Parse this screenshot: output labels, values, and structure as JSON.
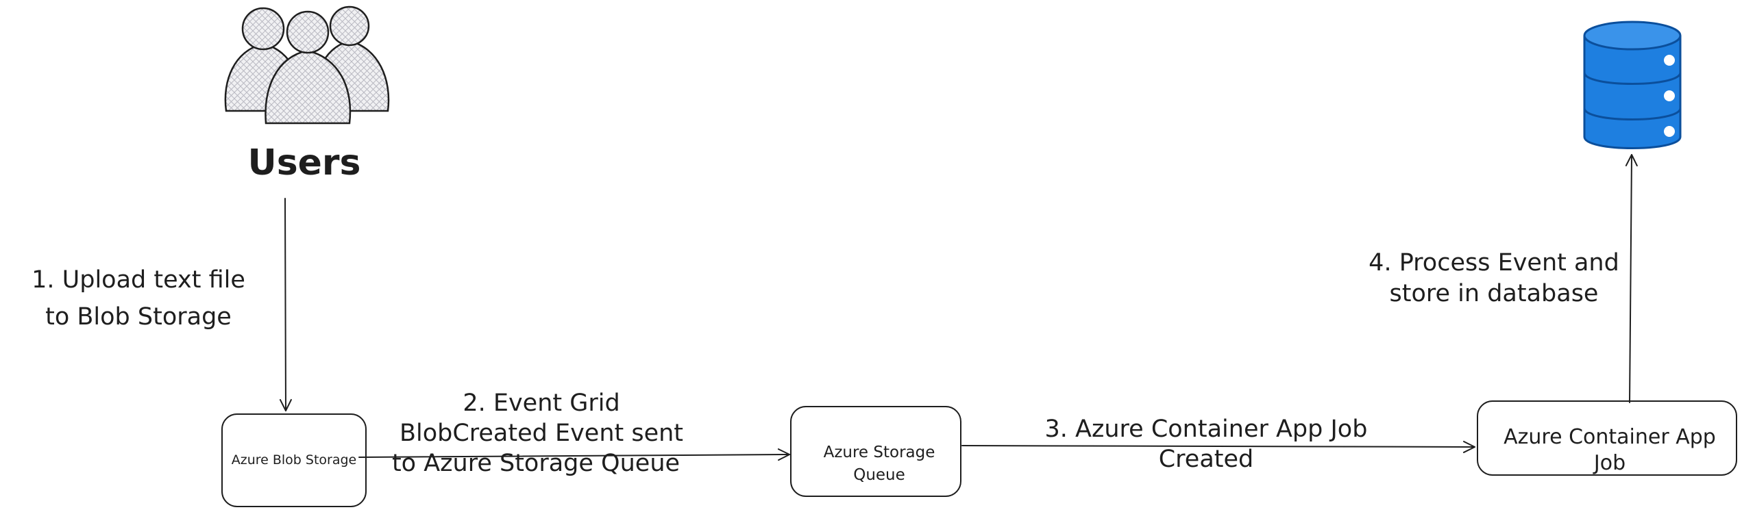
{
  "users": {
    "label": "Users"
  },
  "nodes": {
    "blob_storage": {
      "label": "Azure Blob Storage"
    },
    "storage_queue": {
      "line1": "Azure Storage",
      "line2": "Queue"
    },
    "container_app_job": {
      "line1": "Azure Container App",
      "line2": "Job"
    }
  },
  "steps": {
    "step1": {
      "line1": "1. Upload text file",
      "line2": "to Blob Storage"
    },
    "step2": {
      "line1": "2. Event Grid",
      "line2": "BlobCreated Event sent",
      "line3": "to Azure Storage Queue"
    },
    "step3": {
      "line1": "3. Azure Container App Job",
      "line2": "Created"
    },
    "step4": {
      "line1": "4. Process Event and",
      "line2": "store in database"
    }
  },
  "colors": {
    "database_fill": "#1e7fe0",
    "database_stroke": "#0b4f9c",
    "stroke": "#1e1e1e"
  },
  "icons": {
    "users": "users-group-icon",
    "database": "database-icon"
  }
}
